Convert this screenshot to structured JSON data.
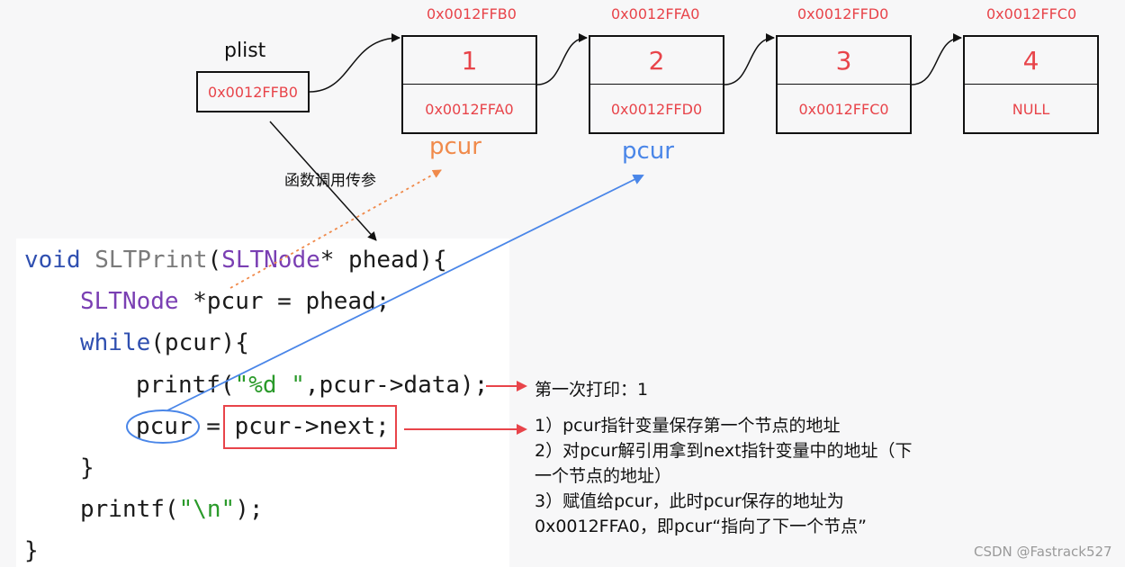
{
  "colors": {
    "accent_red": "#e8444a",
    "pcur_orange": "#f08a4b",
    "pcur_blue": "#4a86e8",
    "ink": "#111111"
  },
  "plist": {
    "label": "plist",
    "value": "0x0012FFB0"
  },
  "nodes": [
    {
      "address": "0x0012FFB0",
      "data": "1",
      "next": "0x0012FFA0"
    },
    {
      "address": "0x0012FFA0",
      "data": "2",
      "next": "0x0012FFD0"
    },
    {
      "address": "0x0012FFD0",
      "data": "3",
      "next": "0x0012FFC0"
    },
    {
      "address": "0x0012FFC0",
      "data": "4",
      "next": "NULL"
    }
  ],
  "pcur_labels": {
    "first": "pcur",
    "second": "pcur"
  },
  "call_note": "函数调用传参",
  "code": {
    "line1": {
      "kw": "void",
      "fn": "SLTPrint",
      "open": "(",
      "ty": "SLTNode",
      "rest": "* phead){"
    },
    "line2": {
      "ty": "SLTNode",
      "rest": " *pcur = phead;"
    },
    "line3": {
      "kw": "while",
      "rest": "(pcur){"
    },
    "line4": {
      "pre": "printf(",
      "str": "\"%d \"",
      "rest": ",pcur->data);"
    },
    "line5": {
      "lhs": "pcur",
      "eq": " = ",
      "rhs": "pcur->next;"
    },
    "line6": "}",
    "line7": {
      "pre": "printf(",
      "str": "\"\\n\"",
      "rest": ");"
    },
    "line8": "}"
  },
  "notes": {
    "print": "第一次打印：1",
    "step1": "1）pcur指针变量保存第一个节点的地址",
    "step2a": "2）对pcur解引用拿到next指针变量中的地址（下",
    "step2b": "一个节点的地址）",
    "step3a": "3）赋值给pcur，此时pcur保存的地址为",
    "step3b": "0x0012FFA0，即pcur“指向了下一个节点”"
  },
  "watermark": "CSDN @Fastrack527"
}
